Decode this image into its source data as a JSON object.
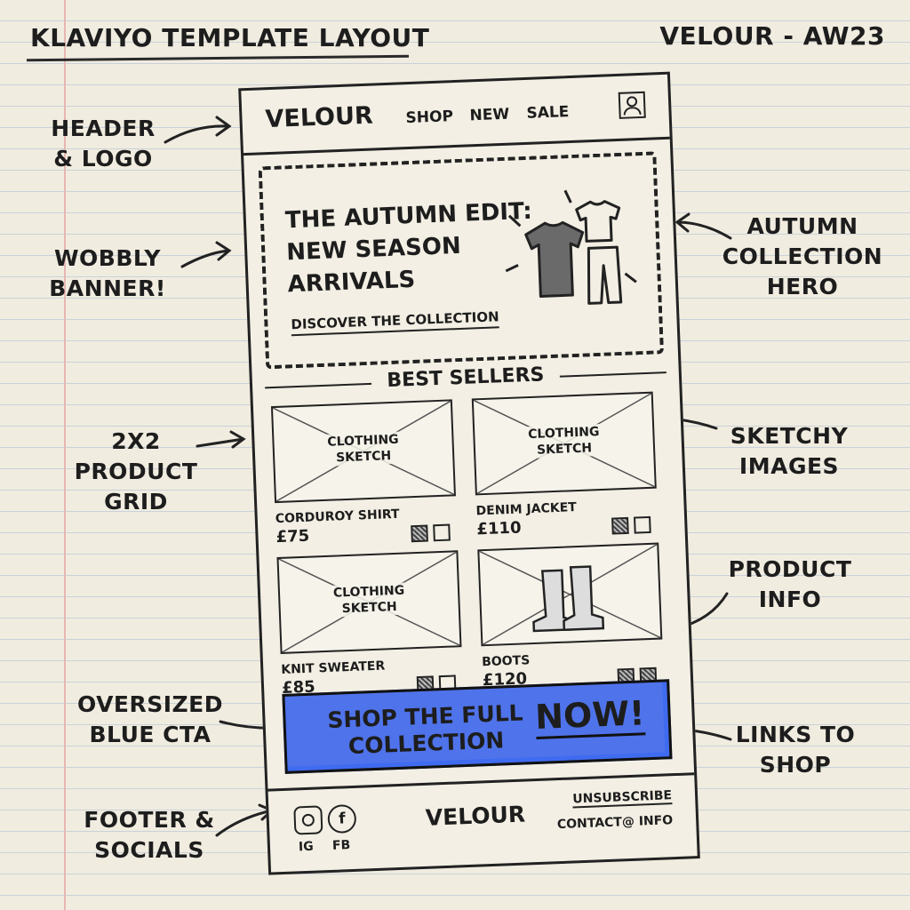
{
  "doc": {
    "title": "KLAVIYO TEMPLATE LAYOUT",
    "subtitle": "VELOUR - AW23"
  },
  "annotations": {
    "header": "HEADER & LOGO",
    "banner": "WOBBLY BANNER!",
    "hero": "AUTUMN COLLECTION HERO",
    "grid": "2x2 PRODUCT GRID",
    "images": "SKETCHY IMAGES",
    "info": "PRODUCT INFO",
    "cta": "OVERSIZED BLUE CTA",
    "links": "LINKS TO SHOP",
    "footer": "FOOTER & SOCIALS"
  },
  "email": {
    "header": {
      "logo": "VELOUR",
      "nav": [
        "SHOP",
        "NEW",
        "SALE"
      ],
      "account_icon": "account-icon"
    },
    "hero": {
      "headline": "THE AUTUMN EDIT: NEW SEASON ARRIVALS",
      "link": "DISCOVER THE COLLECTION",
      "art_icon": "clothing-sketch-icon"
    },
    "section_title": "BEST SELLERS",
    "products": [
      {
        "image_label": "CLOTHING SKETCH",
        "name": "CORDUROY SHIRT",
        "price": "£75"
      },
      {
        "image_label": "CLOTHING SKETCH",
        "name": "DENIM JACKET",
        "price": "£110"
      },
      {
        "image_label": "CLOTHING SKETCH",
        "name": "KNIT SWEATER",
        "price": "£85"
      },
      {
        "image_label": "",
        "name": "BOOTS",
        "price": "£120"
      }
    ],
    "cta": {
      "text": "SHOP THE FULL COLLECTION",
      "emphasis": "NOW!",
      "color": "#4f73ea"
    },
    "footer": {
      "logo": "VELOUR",
      "socials": [
        "IG",
        "FB"
      ],
      "unsubscribe": "UNSUBSCRIBE",
      "contact": "CONTACT@ INFO"
    }
  }
}
